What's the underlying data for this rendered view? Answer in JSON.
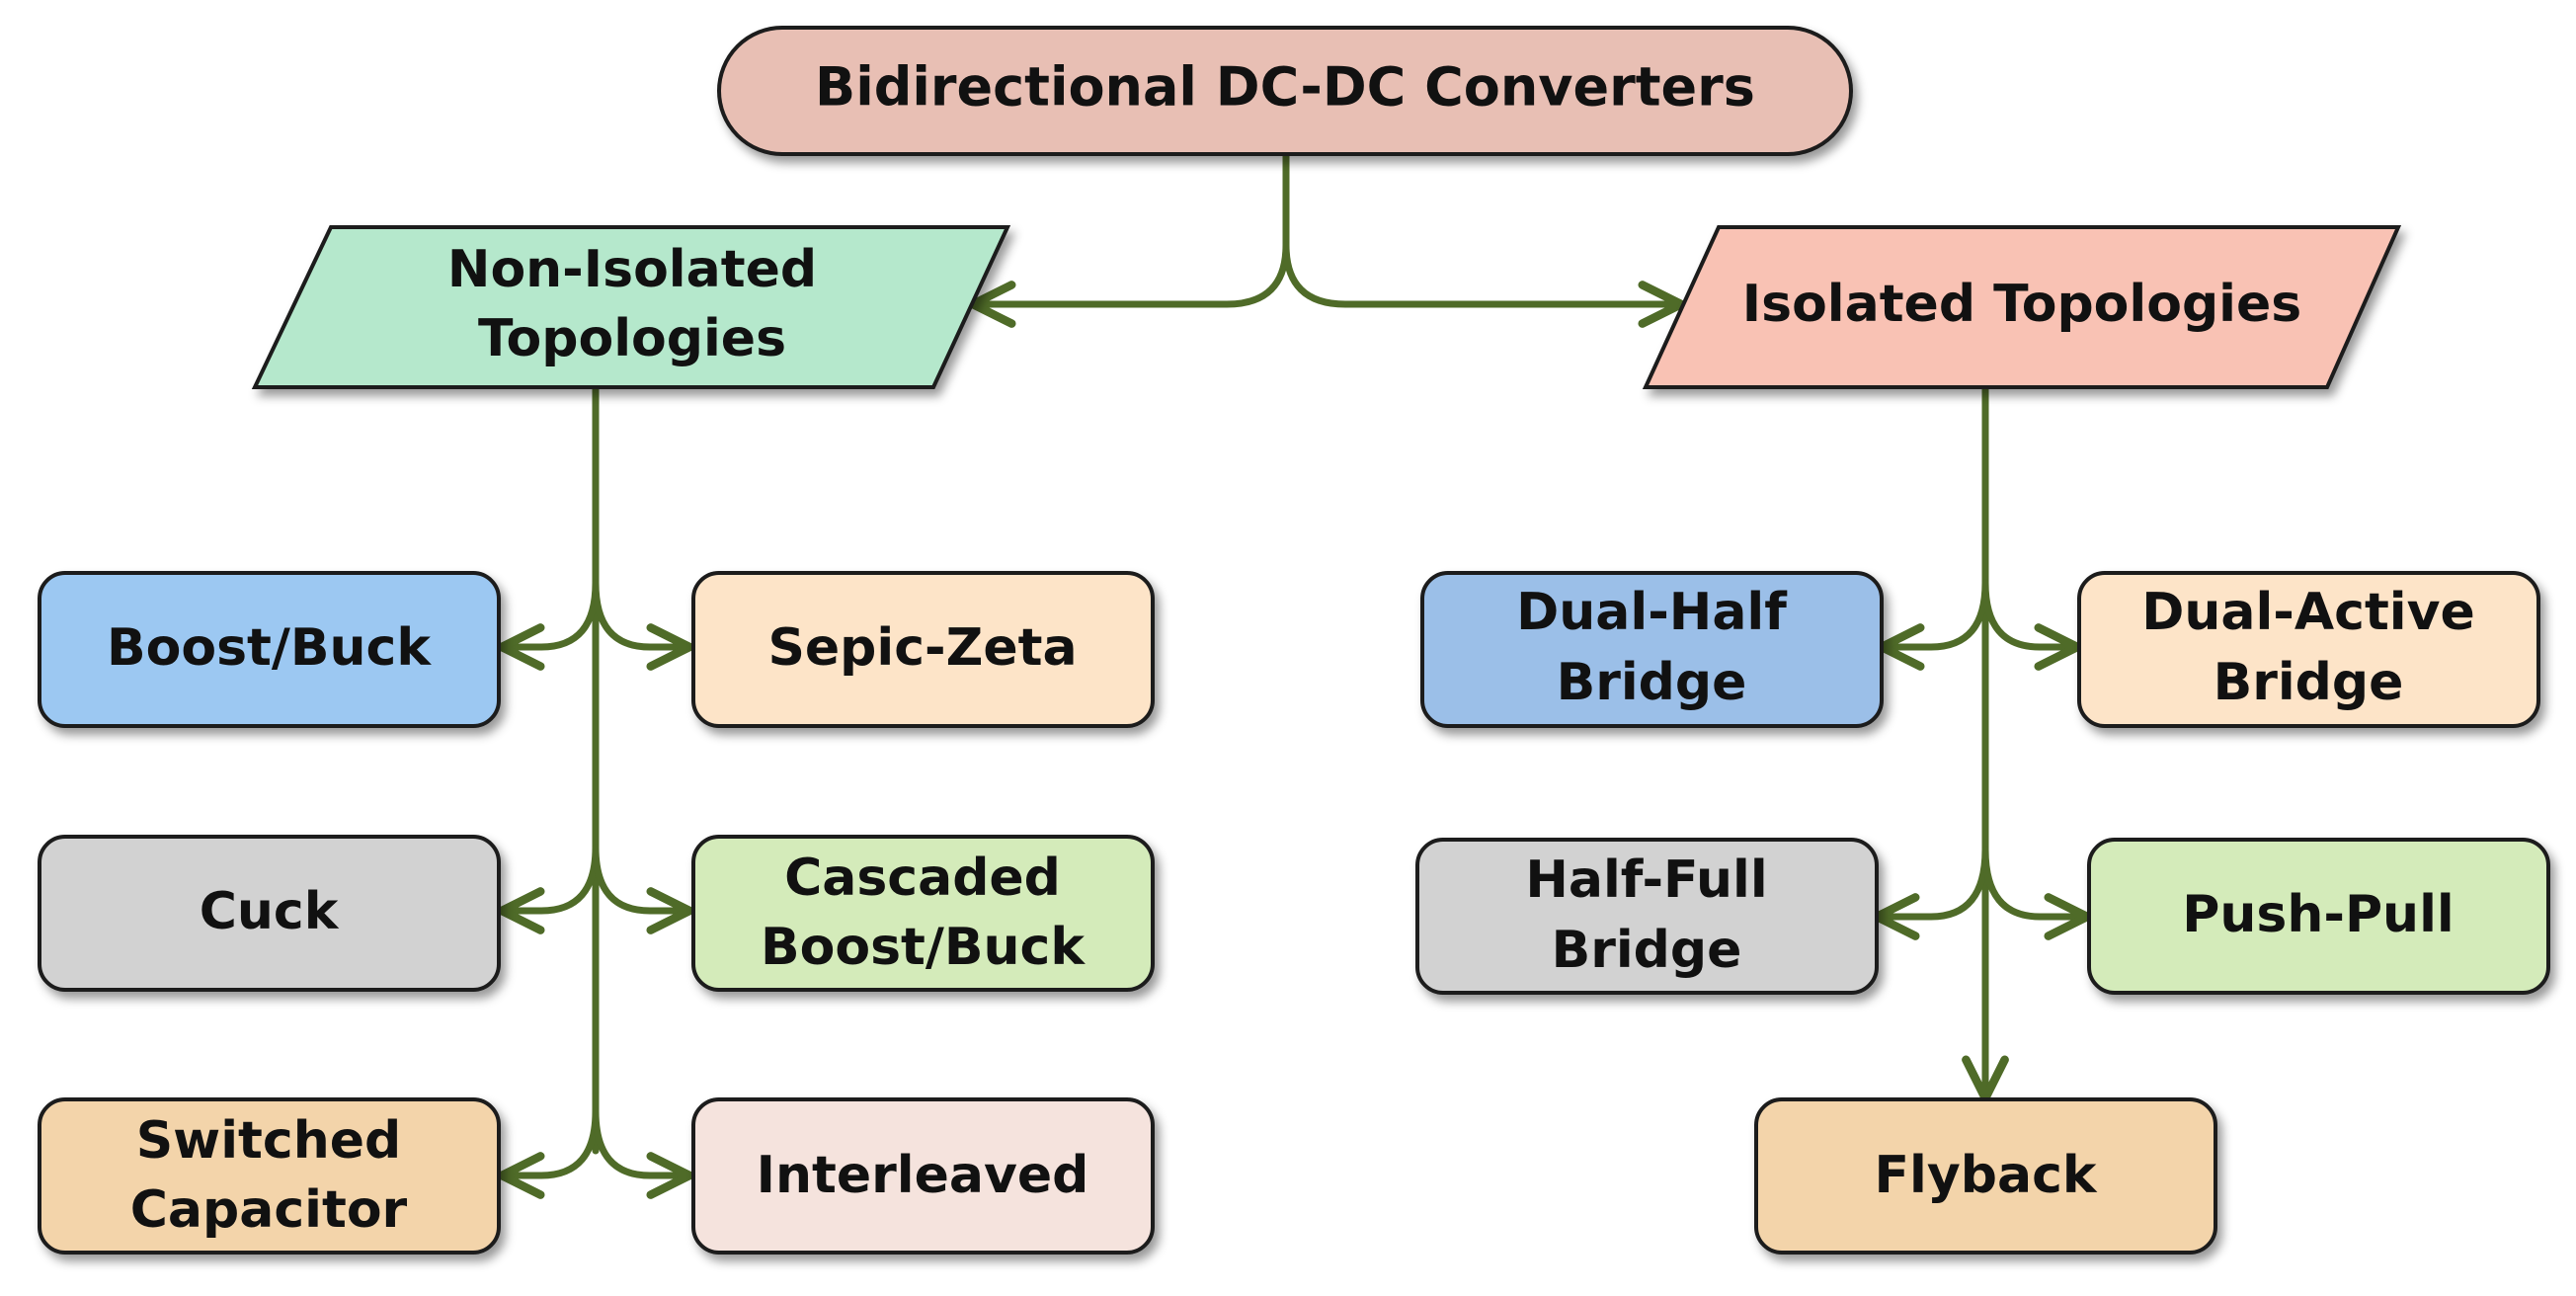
{
  "diagram": {
    "root": {
      "line1": "Bidirectional DC-DC Converters",
      "color": "#e8bfb4"
    },
    "non_isolated": {
      "heading": {
        "line1": "Non-Isolated",
        "line2": "Topologies",
        "color": "#b5e8cc"
      },
      "items": [
        {
          "line1": "Boost/Buck",
          "line2": "",
          "color": "#9cc8f2"
        },
        {
          "line1": "Sepic-Zeta",
          "line2": "",
          "color": "#fde4c8"
        },
        {
          "line1": "Cuck",
          "line2": "",
          "color": "#d2d2d2"
        },
        {
          "line1": "Cascaded",
          "line2": "Boost/Buck",
          "color": "#d4ebba"
        },
        {
          "line1": "Switched",
          "line2": "Capacitor",
          "color": "#f3d4aa"
        },
        {
          "line1": "Interleaved",
          "line2": "",
          "color": "#f5e3dd"
        }
      ]
    },
    "isolated": {
      "heading": {
        "line1": "Isolated Topologies",
        "line2": "",
        "color": "#f9c2b4"
      },
      "items": [
        {
          "line1": "Dual-Half",
          "line2": "Bridge",
          "color": "#9bbfe8"
        },
        {
          "line1": "Dual-Active",
          "line2": "Bridge",
          "color": "#fde4c8"
        },
        {
          "line1": "Half-Full",
          "line2": "Bridge",
          "color": "#d2d2d2"
        },
        {
          "line1": "Push-Pull",
          "line2": "",
          "color": "#d4ebba"
        },
        {
          "line1": "Flyback",
          "line2": "",
          "color": "#f3d4aa"
        }
      ]
    },
    "connector_color": "#4f6b28"
  }
}
